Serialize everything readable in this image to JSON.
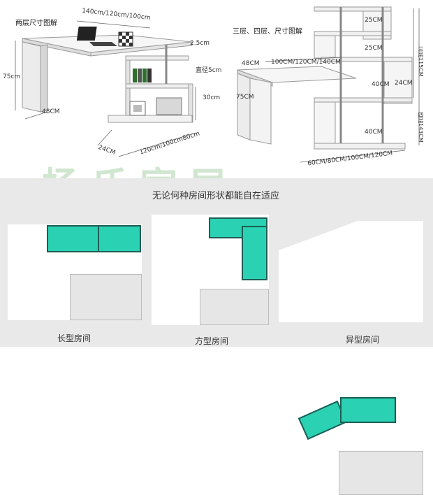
{
  "left_diagram": {
    "title": "两层尺寸图解",
    "width": "140cm/120cm/100cm",
    "thickness": "2.5cm",
    "height": "75cm",
    "diameter": "直径5cm",
    "shelf_height": "30cm",
    "depth": "48CM",
    "shelf_depth": "24CM",
    "shelf_width": "120cm/100cm80cm"
  },
  "right_diagram": {
    "title": "三层、四层、尺寸图解",
    "depth": "48CM",
    "width": "100CM/120CM/140CM",
    "height": "75CM",
    "shelf1": "25CM",
    "shelf2": "25CM",
    "shelf3": "40CM",
    "shelf4": "40CM",
    "shelf_depth": "24CM",
    "three_layer": "三层115CM",
    "four_layer": "四层143CM",
    "bottom_width": "60CM/80CM/100CM/120CM"
  },
  "watermark": "杨氏家居",
  "heading": "无论何种房间形状都能自在适应",
  "rooms": [
    {
      "caption": "长型房间"
    },
    {
      "caption": "方型房间"
    },
    {
      "caption": "异型房间"
    }
  ],
  "colors": {
    "desk": "#2ad1b2",
    "desk_border": "#1d5e55",
    "floor_area": "#e6e6e6",
    "background": "#e9e9e9"
  }
}
